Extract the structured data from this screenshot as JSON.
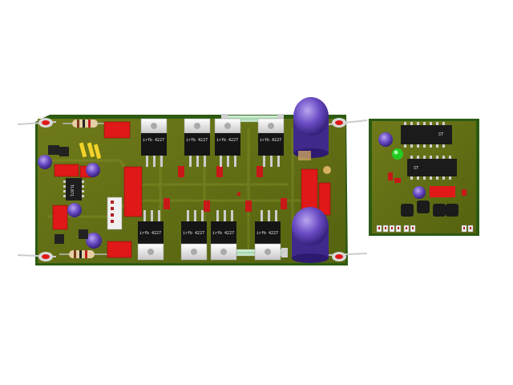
{
  "scene": {
    "description_hidden": "",
    "colors": {
      "background": "#ffffff",
      "pcb_green": "#5a6a12",
      "pcb_edge": "#2f5a10",
      "cap_purple": "#5a3aa8",
      "red_component": "#e01818",
      "fuse": "#cfe8d0",
      "led": "#22cc22"
    }
  },
  "main_board": {
    "mosfets_top": [
      {
        "label": "irfb 4227"
      },
      {
        "label": "irfb 4227"
      },
      {
        "label": "irfb 4227"
      },
      {
        "label": "irfb 4227"
      }
    ],
    "mosfets_bottom": [
      {
        "label": "irfb 4227"
      },
      {
        "label": "irfb 4227"
      },
      {
        "label": "irfb 4227"
      },
      {
        "label": "irfb 4227"
      }
    ],
    "ic_label": "TL071"
  },
  "small_board": {
    "ic_top_label": "ST",
    "ic_bottom_label": "ST"
  }
}
